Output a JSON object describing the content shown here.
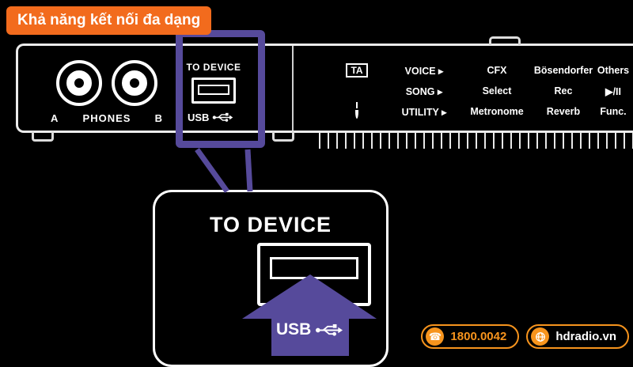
{
  "banner": {
    "title": "Khả năng kết nối đa dạng"
  },
  "panel": {
    "jacks": {
      "a": "A",
      "label": "PHONES",
      "b": "B"
    },
    "usb": {
      "title": "TO DEVICE",
      "label": "USB"
    },
    "controls": {
      "ta": "TA",
      "row1": {
        "menu": "VOICE ▸",
        "b1": "CFX",
        "b2": "Bösendorfer",
        "b3": "Others"
      },
      "row2": {
        "menu": "SONG ▸",
        "b1": "Select",
        "b2": "Rec",
        "b3": "▶/II"
      },
      "row3": {
        "menu": "UTILITY ▸",
        "b1": "Metronome",
        "b2": "Reverb",
        "b3": "Func."
      }
    }
  },
  "callout": {
    "title": "TO DEVICE",
    "usb_label": "USB"
  },
  "contact": {
    "phone": "1800.0042",
    "website": "hdradio.vn"
  },
  "colors": {
    "orange": "#f26b1d",
    "badge_orange": "#f7941d",
    "purple": "#564a9b"
  }
}
